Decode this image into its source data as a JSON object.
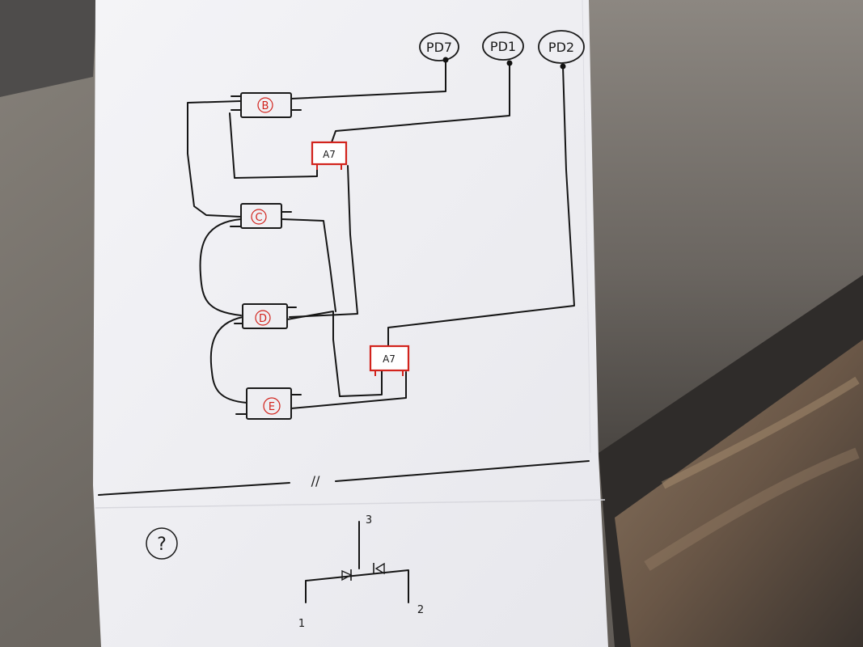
{
  "pins": [
    {
      "label": "PD7"
    },
    {
      "label": "PD1"
    },
    {
      "label": "PD2"
    }
  ],
  "components": [
    {
      "label": "B"
    },
    {
      "label": "C"
    },
    {
      "label": "D"
    },
    {
      "label": "E"
    }
  ],
  "mosfets": [
    {
      "label": "A7"
    },
    {
      "label": "A7"
    }
  ],
  "divider": {
    "mark": "//"
  },
  "lower": {
    "question": "?",
    "terminals": [
      "3",
      "1",
      "2"
    ]
  }
}
